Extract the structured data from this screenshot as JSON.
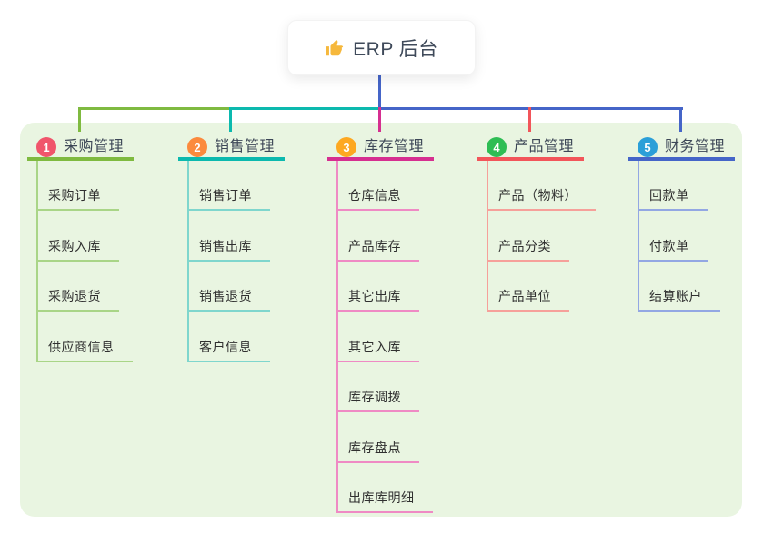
{
  "root": {
    "title": "ERP 后台",
    "icon": "thumbs-up-icon"
  },
  "branches": [
    {
      "number": "1",
      "label": "采购管理",
      "badge_color": "#f0556b",
      "line_color": "#7fba40",
      "light_color": "#a9d587",
      "children": [
        "采购订单",
        "采购入库",
        "采购退货",
        "供应商信息"
      ]
    },
    {
      "number": "2",
      "label": "销售管理",
      "badge_color": "#fb8a3d",
      "line_color": "#0cb9ae",
      "light_color": "#7fd6cd",
      "children": [
        "销售订单",
        "销售出库",
        "销售退货",
        "客户信息"
      ]
    },
    {
      "number": "3",
      "label": "库存管理",
      "badge_color": "#fda821",
      "line_color": "#d62f90",
      "light_color": "#ef8ac4",
      "children": [
        "仓库信息",
        "产品库存",
        "其它出库",
        "其它入库",
        "库存调拨",
        "库存盘点",
        "出库库明细"
      ]
    },
    {
      "number": "4",
      "label": "产品管理",
      "badge_color": "#2ebd54",
      "line_color": "#f2555a",
      "light_color": "#f6a09a",
      "children": [
        "产品（物料）",
        "产品分类",
        "产品单位"
      ]
    },
    {
      "number": "5",
      "label": "财务管理",
      "badge_color": "#2b9fd8",
      "line_color": "#4565c8",
      "light_color": "#93a7e3",
      "children": [
        "回款单",
        "付款单",
        "结算账户"
      ]
    }
  ],
  "colors": {
    "panel_bg": "#e9f5e1",
    "root_connector": "#4565c8",
    "icon_yellow": "#f6b83c"
  }
}
